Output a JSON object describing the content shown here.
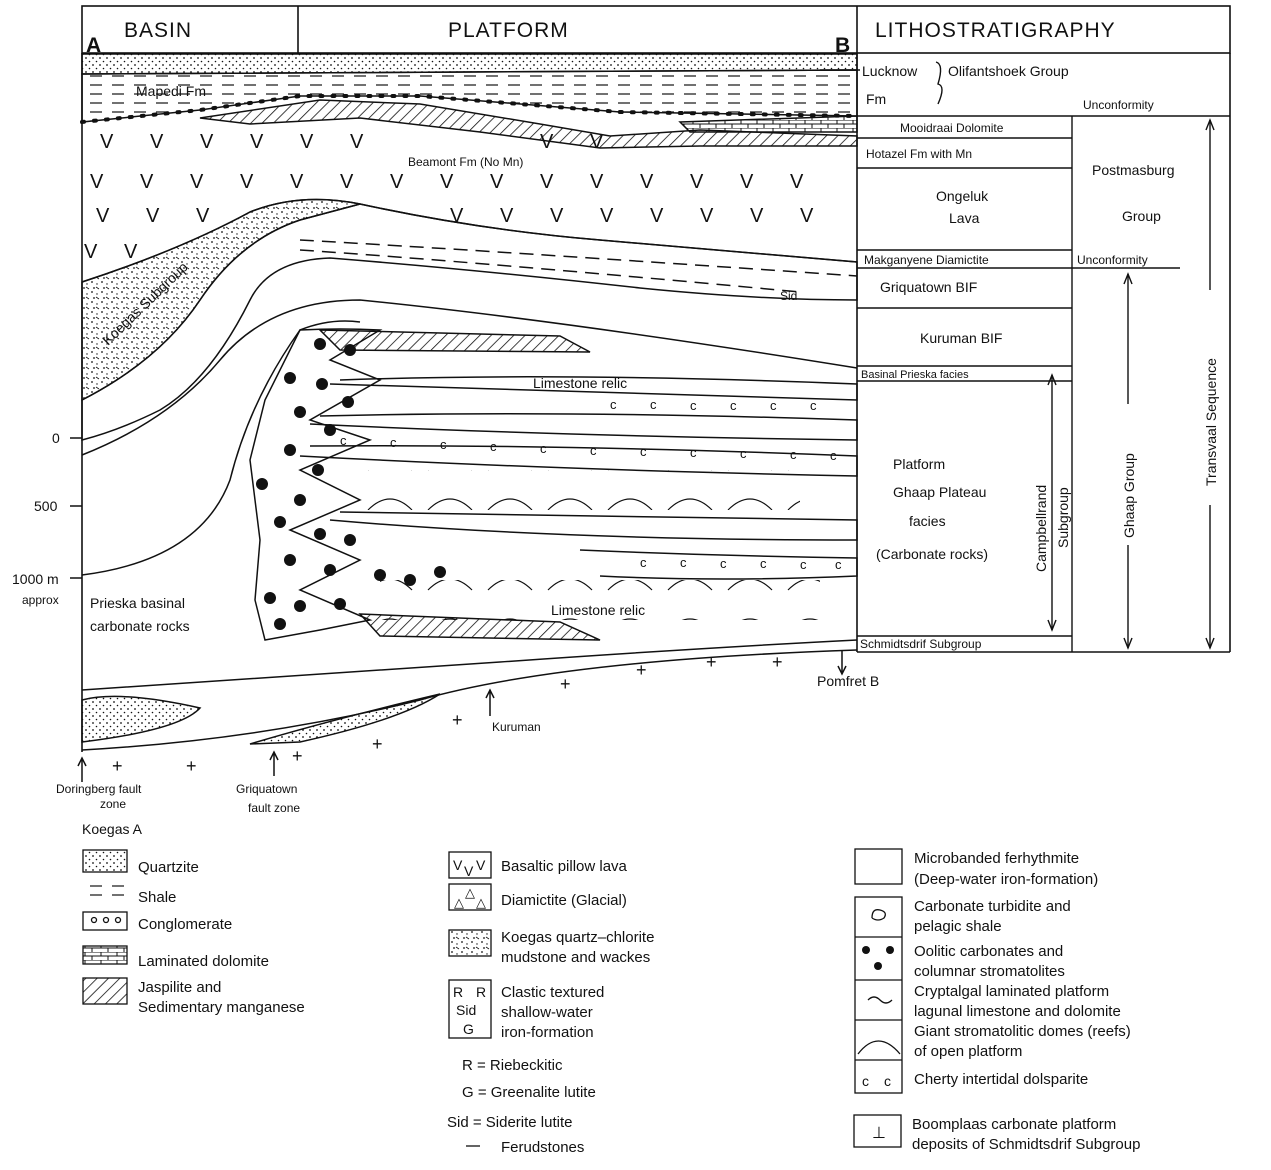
{
  "header": {
    "basin": "BASIN",
    "platform": "PLATFORM",
    "lithostratigraphy": "LITHOSTRATIGRAPHY",
    "point_a": "A",
    "point_b": "B"
  },
  "strat_column": {
    "lucknow": "Lucknow",
    "fm": "Fm",
    "olifantshoek": "Olifantshoek Group",
    "unconformity_top": "Unconformity",
    "mooidraai": "Mooidraai Dolomite",
    "hotazel": "Hotazel Fm with Mn",
    "ongeluk_1": "Ongeluk",
    "ongeluk_2": "Lava",
    "postmasburg_1": "Postmasburg",
    "postmasburg_2": "Group",
    "makganyene": "Makganyene Diamictite",
    "unconformity_mid": "Unconformity",
    "griquatown": "Griquatown BIF",
    "kuruman_bif": "Kuruman BIF",
    "basinal_prieska": "Basinal Prieska facies",
    "platform_1": "Platform",
    "platform_2": "Ghaap Plateau",
    "platform_3": "facies",
    "platform_4": "(Carbonate rocks)",
    "campbellrand": "Campbellrand",
    "subgroup": "Subgroup",
    "ghaap_group": "Ghaap Group",
    "transvaal": "Transvaal Sequence",
    "schmidtsdrif": "Schmidtsdrif Subgroup"
  },
  "section_labels": {
    "mapedi": "Mapedi Fm",
    "beamont": "Beamont Fm (No Mn)",
    "koegas_subgroup": "Koegas Subgroup",
    "limestone_relic_upper": "Limestone relic",
    "limestone_relic_lower": "Limestone relic",
    "prieska_1": "Prieska basinal",
    "prieska_2": "carbonate rocks",
    "sid": "Sid",
    "kuruman_town": "Kuruman",
    "pomfret": "Pomfret B",
    "doringberg_1": "Doringberg fault",
    "doringberg_2": "zone",
    "griquatown_fz_1": "Griquatown",
    "griquatown_fz_2": "fault zone",
    "koegas_a": "Koegas A"
  },
  "scale": {
    "zero": "0",
    "five_hundred": "500",
    "thousand": "1000 m",
    "approx": "approx"
  },
  "legend": {
    "quartzite": "Quartzite",
    "shale": "Shale",
    "conglomerate": "Conglomerate",
    "laminated_dolomite": "Laminated dolomite",
    "jaspilite_1": "Jaspilite and",
    "jaspilite_2": "Sedimentary manganese",
    "basaltic": "Basaltic pillow lava",
    "diamictite": "Diamictite (Glacial)",
    "koegas_mud_1": "Koegas quartz–chlorite",
    "koegas_mud_2": "mudstone and wackes",
    "clastic_1": "Clastic textured",
    "clastic_2": "shallow-water",
    "clastic_3": "iron-formation",
    "r_def": "R = Riebeckitic",
    "g_def": "G = Greenalite lutite",
    "sid_def": "Sid = Siderite lutite",
    "ferud": "Ferudstones",
    "microbanded_1": "Microbanded ferhythmite",
    "microbanded_2": "(Deep-water iron-formation)",
    "turbidite_1": "Carbonate turbidite and",
    "turbidite_2": "pelagic shale",
    "oolitic_1": "Oolitic carbonates and",
    "oolitic_2": "columnar stromatolites",
    "cryptalgal_1": "Cryptalgal laminated platform",
    "cryptalgal_2": "lagunal limestone and dolomite",
    "giant_1": "Giant stromatolitic domes (reefs)",
    "giant_2": "of open platform",
    "cherty": "Cherty intertidal dolsparite",
    "boomplaas_1": "Boomplaas carbonate platform",
    "boomplaas_2": "deposits of Schmidtsdrif Subgroup"
  }
}
